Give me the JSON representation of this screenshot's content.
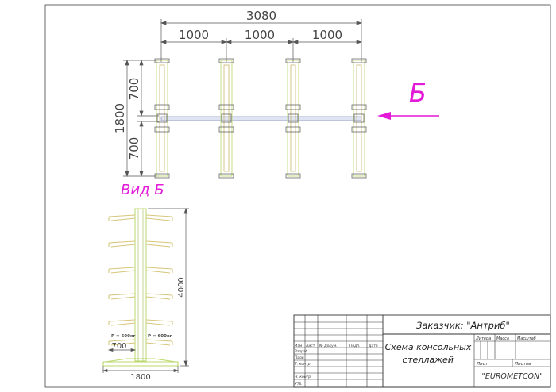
{
  "plan_view": {
    "overall_width": "3080",
    "spacing": [
      "1000",
      "1000",
      "1000"
    ],
    "depth_total": "1800",
    "depth_halves": [
      "700",
      "700"
    ],
    "view_marker": "Б"
  },
  "side_view": {
    "title": "Вид  Б",
    "height": "4000",
    "base_width": "1800",
    "arm_length": "700",
    "load_left": "P = 600кг",
    "load_right": "P = 600кг"
  },
  "title_block": {
    "customer": "Заказчик: \"Антриб\"",
    "drawing_title_line1": "Схема консольных",
    "drawing_title_line2": "стеллажей",
    "company": "\"EUROMETCON\"",
    "col_izm": "Изм",
    "col_list": "Лист",
    "col_doc": "№ Докум.",
    "col_sign": "Подп.",
    "col_date": "Дата",
    "row_developed": "Разраб",
    "row_checked": "Пров",
    "row_tcontrol": "Т. контр",
    "row_ncontrol": "Н. контр",
    "row_approved": "Утв.",
    "hdr_letter": "Литера",
    "hdr_mass": "Масса",
    "hdr_scale": "Масштаб",
    "hdr_sheet": "Лист",
    "hdr_sheets": "Листов"
  },
  "colors": {
    "upright": "#b9d86a",
    "arm": "#d6c67a",
    "dimension": "#555555",
    "marker": "#e31ad8",
    "beam": "#9aa6cf"
  }
}
